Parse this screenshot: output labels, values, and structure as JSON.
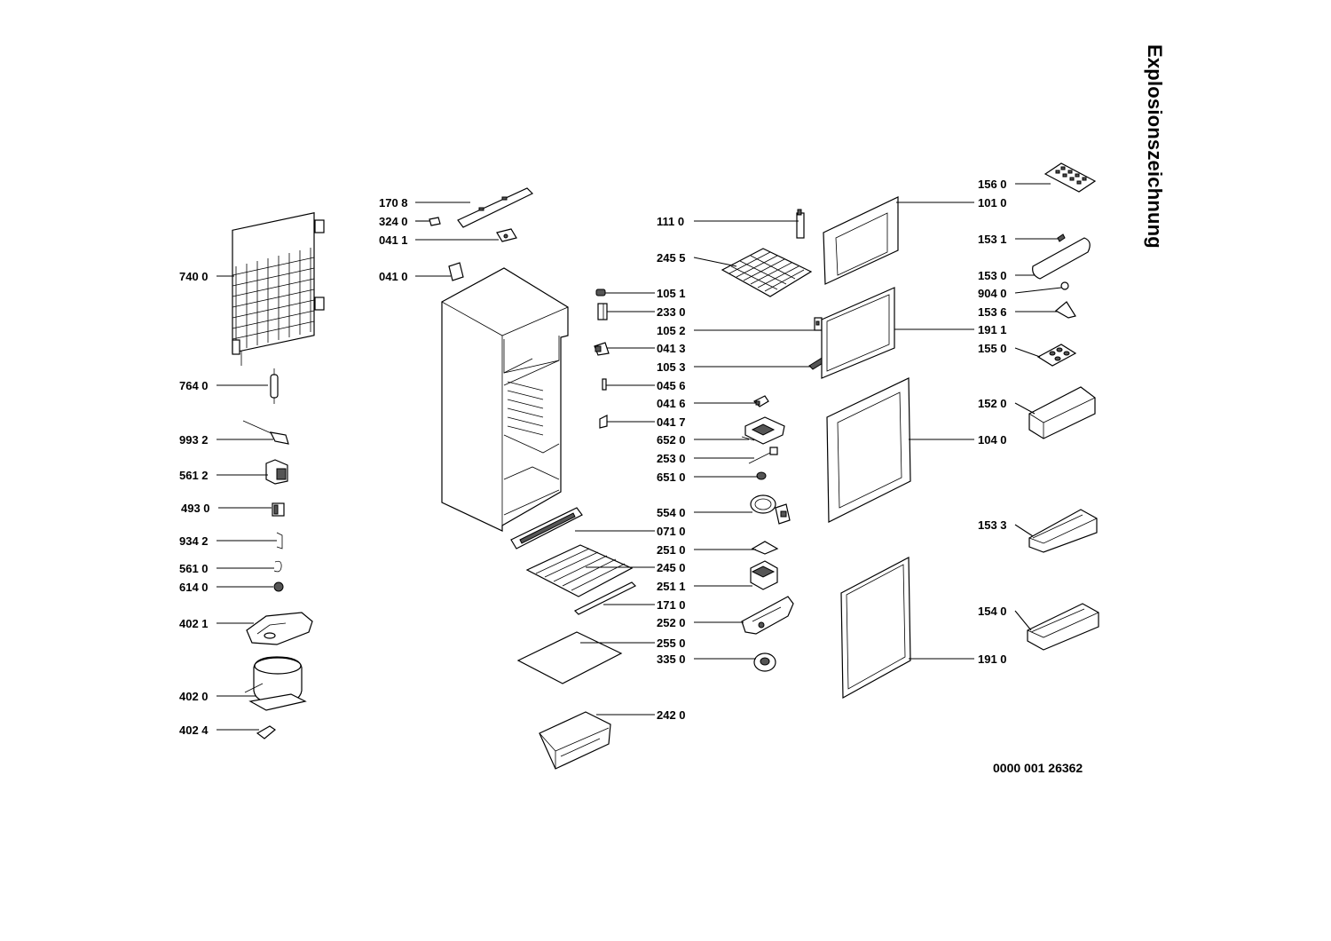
{
  "title": "Explosionszeichnung",
  "document_number": "0000 001 26362",
  "parts": [
    {
      "code": "740 0"
    },
    {
      "code": "764 0"
    },
    {
      "code": "993 2"
    },
    {
      "code": "561 2"
    },
    {
      "code": "493 0"
    },
    {
      "code": "934 2"
    },
    {
      "code": "561 0"
    },
    {
      "code": "614 0"
    },
    {
      "code": "402 1"
    },
    {
      "code": "402 0"
    },
    {
      "code": "402 4"
    },
    {
      "code": "170 8"
    },
    {
      "code": "324 0"
    },
    {
      "code": "041 1"
    },
    {
      "code": "041 0"
    },
    {
      "code": "071 0"
    },
    {
      "code": "245 0"
    },
    {
      "code": "171 0"
    },
    {
      "code": "255 0"
    },
    {
      "code": "242 0"
    },
    {
      "code": "111 0"
    },
    {
      "code": "245 5"
    },
    {
      "code": "105 1"
    },
    {
      "code": "233 0"
    },
    {
      "code": "105 2"
    },
    {
      "code": "041 3"
    },
    {
      "code": "105 3"
    },
    {
      "code": "045 6"
    },
    {
      "code": "041 6"
    },
    {
      "code": "041 7"
    },
    {
      "code": "652 0"
    },
    {
      "code": "253 0"
    },
    {
      "code": "651 0"
    },
    {
      "code": "554 0"
    },
    {
      "code": "251 0"
    },
    {
      "code": "251 1"
    },
    {
      "code": "252 0"
    },
    {
      "code": "335 0"
    },
    {
      "code": "101 0"
    },
    {
      "code": "191 1"
    },
    {
      "code": "104 0"
    },
    {
      "code": "191 0"
    },
    {
      "code": "156 0"
    },
    {
      "code": "153 1"
    },
    {
      "code": "153 0"
    },
    {
      "code": "904 0"
    },
    {
      "code": "153 6"
    },
    {
      "code": "155 0"
    },
    {
      "code": "152 0"
    },
    {
      "code": "153 3"
    },
    {
      "code": "154 0"
    }
  ]
}
